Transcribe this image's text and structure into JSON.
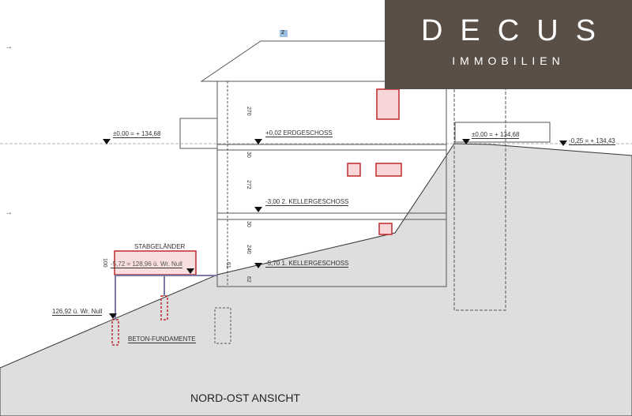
{
  "logo": {
    "brand": "DECUS",
    "sub": "IMMOBILIEN",
    "bg": "#5a4f46"
  },
  "title": "NORD-OST ANSICHT",
  "levels": {
    "left_zero": "±0,00 = + 134,68",
    "eg": "+0,02 ERDGESCHOSS",
    "kg2": "-3,00 2. KELLERGESCHOSS",
    "kg1": "-5,70 1. KELLERGESCHOSS",
    "right_zero": "±0,00 = + 134,68",
    "right_low": "-0,25 = + 134,43",
    "balcony": "-5,72 = 128,96 ü. Wr. Null",
    "ground": "126,92 ü. Wr. Null"
  },
  "labels": {
    "railing": "STABGELÄNDER",
    "foundation": "BETON-FUNDAMENTE"
  },
  "dims": [
    "270",
    "30",
    "272",
    "30",
    "240",
    "61",
    "62",
    "100"
  ],
  "marker": "2"
}
